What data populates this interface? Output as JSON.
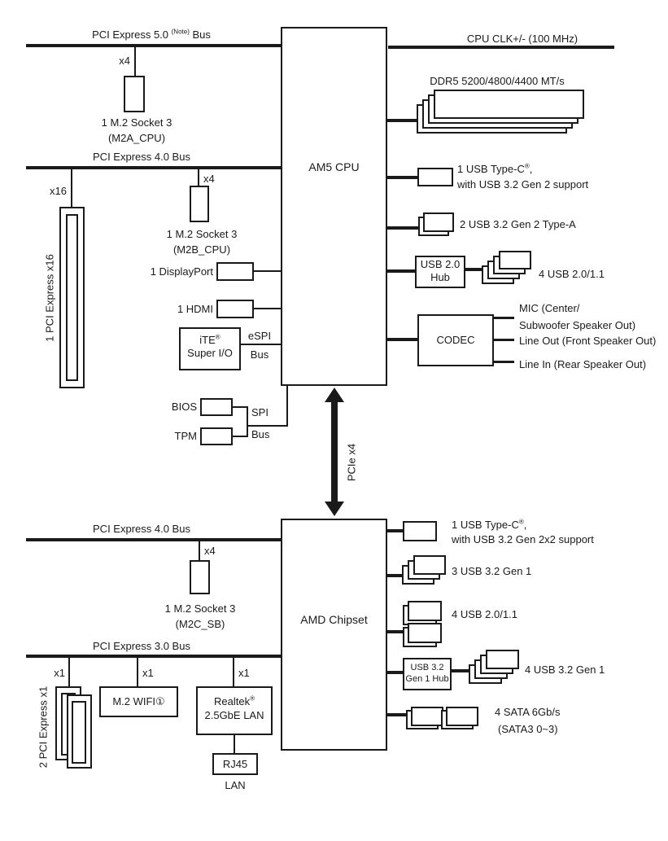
{
  "colors": {
    "ink": "#1a1a1a",
    "background": "#ffffff"
  },
  "cpu": {
    "title": "AM5 CPU",
    "bus5": {
      "prefix": "PCI Express 5.0 ",
      "note": "(Note)",
      "suffix": " Bus"
    },
    "bus4": "PCI Express 4.0 Bus",
    "clk": "CPU CLK+/- (100 MHz)",
    "ddr5": "DDR5 5200/4800/4400 MT/s",
    "m2a": {
      "lanes": "x4",
      "line1": "1 M.2 Socket 3",
      "line2": "(M2A_CPU)"
    },
    "m2b": {
      "lanes": "x4",
      "line1": "1 M.2 Socket 3",
      "line2": "(M2B_CPU)"
    },
    "slot16": {
      "lanes": "x16",
      "label": "1 PCI Express x16"
    },
    "displayport": "1 DisplayPort",
    "hdmi": "1 HDMI",
    "superio": {
      "chip": "iTE",
      "reg": "®",
      "line2": "Super I/O",
      "bus1": "eSPI",
      "bus2": "Bus"
    },
    "bios": "BIOS",
    "tpm": "TPM",
    "spi": {
      "line1": "SPI",
      "line2": "Bus"
    },
    "typec": {
      "line1": "1 USB Type-C",
      "reg": "®",
      "comma": ",",
      "line2": "with USB 3.2 Gen 2 support"
    },
    "usb32gen2": "2 USB 3.2 Gen 2 Type-A",
    "usbhub": {
      "line1": "USB 2.0",
      "line2": "Hub"
    },
    "usb20": "4 USB 2.0/1.1",
    "codec": "CODEC",
    "audio": {
      "mic1": "MIC (Center/",
      "mic2": "Subwoofer Speaker Out)",
      "lineout": "Line Out (Front Speaker Out)",
      "linein": "Line In (Rear Speaker Out)"
    }
  },
  "link": {
    "label": "PCIe x4"
  },
  "chipset": {
    "title": "AMD Chipset",
    "bus4": "PCI Express 4.0 Bus",
    "bus3": "PCI Express 3.0 Bus",
    "m2c": {
      "lanes": "x4",
      "line1": "1 M.2 Socket 3",
      "line2": "(M2C_SB)"
    },
    "slot1": {
      "lanes": "x1",
      "label": "2 PCI Express x1"
    },
    "wifi": {
      "lanes": "x1",
      "label": "M.2 WIFI①"
    },
    "lan": {
      "lanes": "x1",
      "brand": "Realtek",
      "reg": "®",
      "line2": "2.5GbE LAN",
      "jack": "RJ45",
      "port": "LAN"
    },
    "typec": {
      "line1": "1 USB Type-C",
      "reg": "®",
      "comma": ",",
      "line2": "with USB 3.2 Gen 2x2 support"
    },
    "usb32gen1_triple": "3 USB 3.2 Gen 1",
    "usb20": "4 USB 2.0/1.1",
    "usbhub": {
      "line1": "USB 3.2",
      "line2": "Gen 1 Hub"
    },
    "usb32gen1_quad": "4 USB 3.2 Gen 1",
    "sata": {
      "line1": "4 SATA 6Gb/s",
      "line2": "(SATA3 0~3)"
    }
  }
}
